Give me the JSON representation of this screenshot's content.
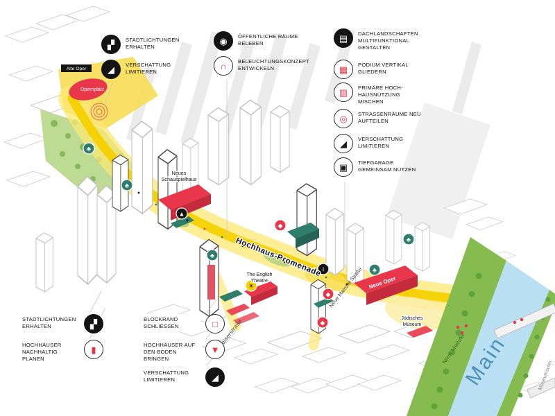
{
  "colors": {
    "red": "#e8374a",
    "red_dark": "#c42b3c",
    "yellow": "#f6d000",
    "yellow_light": "#fce873",
    "teal": "#2f7e6b",
    "park_green": "#b9d98c",
    "bank_green": "#85bb4f",
    "river_blue": "#b8e0f2",
    "river_text_blue": "#4a90b8",
    "outline_gray": "#c4c4c4",
    "black": "#141414"
  },
  "icons": {
    "clearing": "▞",
    "shading": "◢",
    "public_space": "◉",
    "lighting": "∩",
    "roofscape": "▤",
    "podium": "▦",
    "mixed_use": "▥",
    "street_space": "◎",
    "garage": "▣",
    "block_edge": "□",
    "sustainable_tower": "▮",
    "tower_ground": "▼",
    "tree": "♣",
    "sun": "☀",
    "info": "i",
    "spot_red": "◆",
    "spot_black": "▲"
  },
  "legend_top_left": {
    "items": [
      {
        "label": "STADTLICHTUNGEN ERHALTEN"
      },
      {
        "label": "VERSCHATTUNG LIMITIEREN"
      }
    ]
  },
  "legend_top_middle": {
    "items": [
      {
        "label": "ÖFFENTLICHE RÄUME BELEBEN"
      },
      {
        "label": "BELEUCHTUNGSKONZEPT ENTWICKELN"
      }
    ]
  },
  "legend_top_right": {
    "items": [
      {
        "label": "DACHLANDSCHAFTEN MULTIFUNKTIONAL GESTALTEN"
      },
      {
        "label": "PODIUM VERTIKAL GLIEDERN"
      },
      {
        "label": "PRIMÄRE HOCH-HAUSNUTZUNG MISCHEN"
      },
      {
        "label": "STRASSENRÄUME NEU AUFTEILEN"
      },
      {
        "label": "VERSCHATTUNG LIMITIEREN"
      },
      {
        "label": "TIEFGARAGE GEMEINSAM NUTZEN"
      }
    ]
  },
  "legend_bottom_left": {
    "items": [
      {
        "label": "STADTLICHTUNGEN ERHALTEN"
      },
      {
        "label": "HOCHHÄUSER NACHHALTIG PLANEN"
      },
      {
        "label": "BLOCKRAND SCHLIESSEN"
      },
      {
        "label": "HOCHHÄUSER AUF DEN BODEN BRINGEN"
      },
      {
        "label": "VERSCHATTUNG LIMITIEREN"
      }
    ]
  },
  "map_labels": {
    "alte_oper": "Alte Oper",
    "opernplatz": "Opernplatz",
    "neues_schauspielhaus_1": "Neues",
    "neues_schauspielhaus_2": "Schauspielhaus",
    "english_theatre_1": "The English",
    "english_theatre_2": "Theatre",
    "promenade": "Hochhaus-Promenade",
    "neue_oper": "Neue Oper",
    "juedisches_museum_1": "Jüdisches",
    "juedisches_museum_2": "Museum",
    "kaiserstrasse": "Kaiserstraße",
    "neue_mainzer_strasse": "Neue Mainzer Straße",
    "river": "Main",
    "nordufer": "Nördl. Mainufer",
    "museumsufer": "Museumsufer"
  }
}
